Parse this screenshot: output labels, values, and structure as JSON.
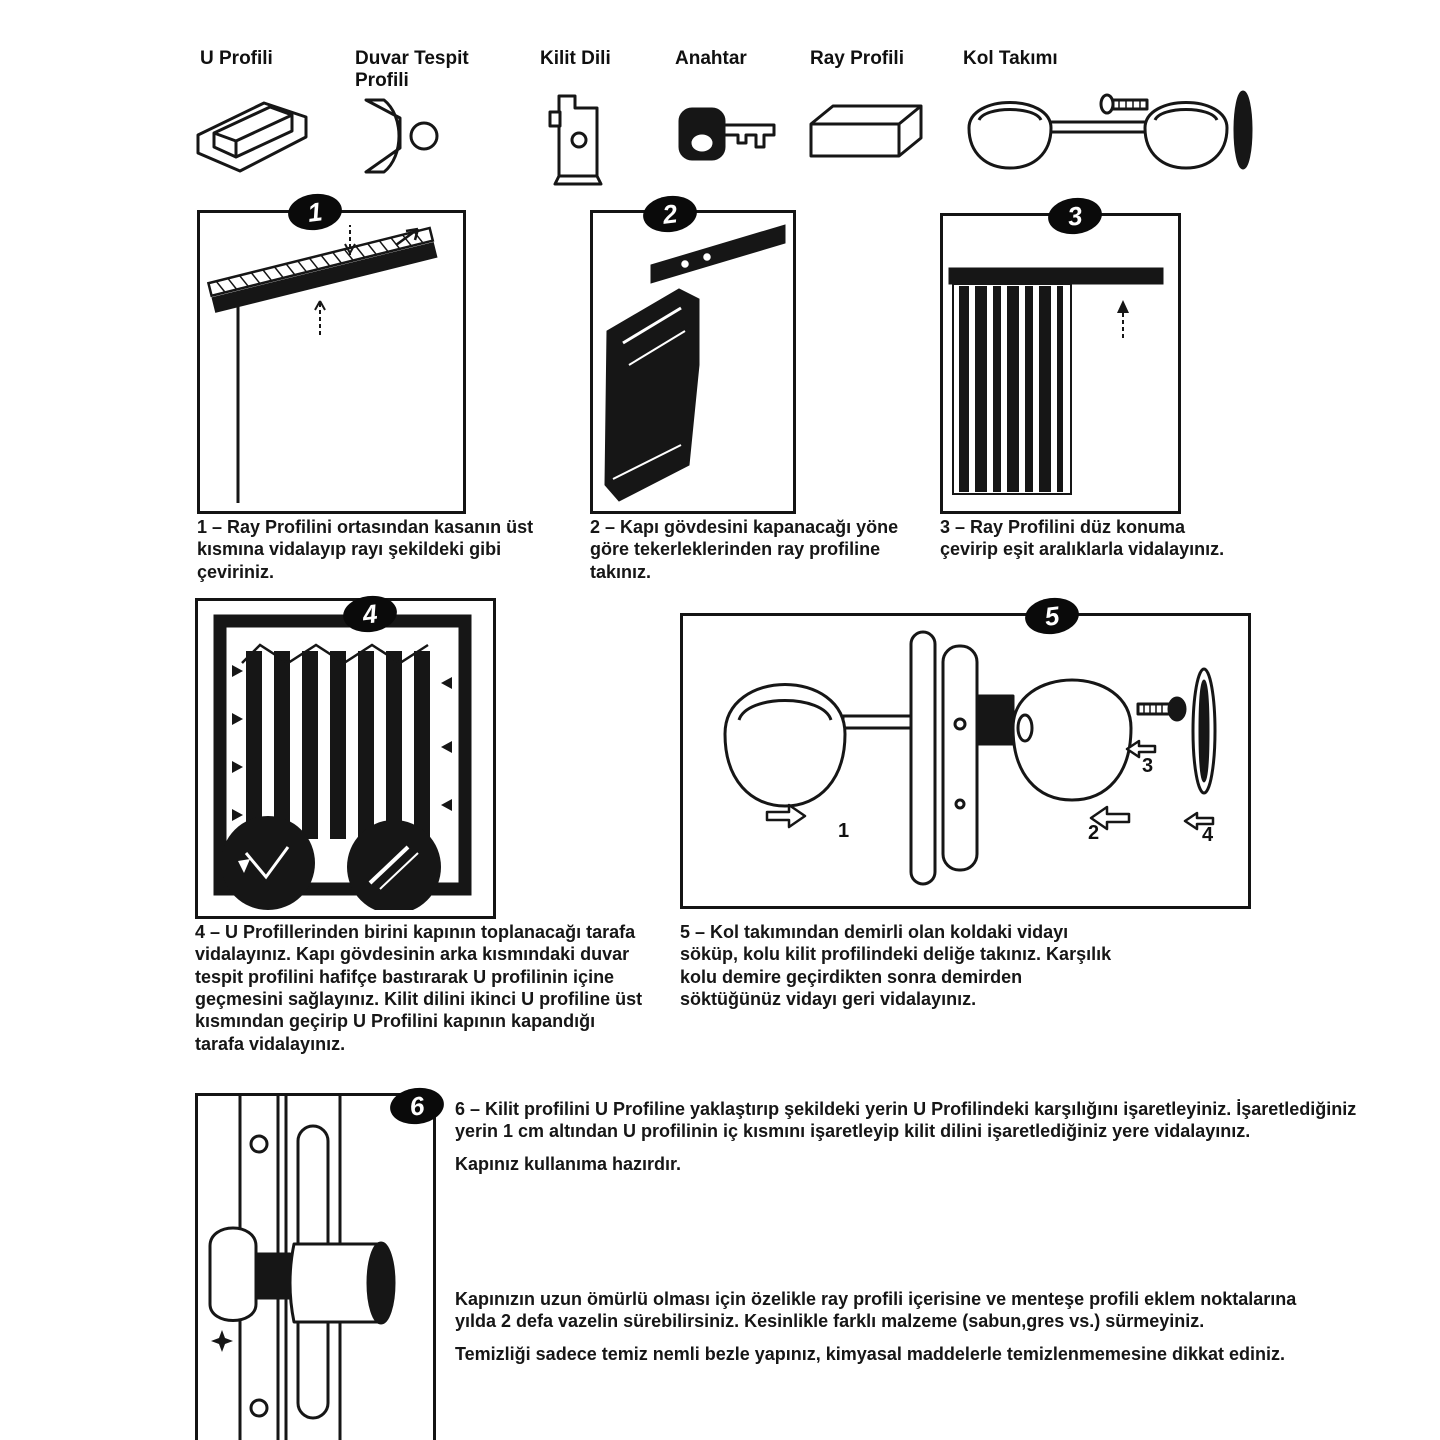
{
  "parts": [
    {
      "label": "U Profili"
    },
    {
      "label": "Duvar Tespit Profili"
    },
    {
      "label": "Kilit Dili"
    },
    {
      "label": "Anahtar"
    },
    {
      "label": "Ray Profili"
    },
    {
      "label": "Kol Takımı"
    }
  ],
  "steps": [
    {
      "number": "1",
      "text": "1 – Ray Profilini ortasından kasanın üst kısmına vidalayıp rayı şekildeki gibi çeviriniz."
    },
    {
      "number": "2",
      "text": "2 – Kapı gövdesini kapanacağı yöne göre tekerleklerinden ray profiline takınız."
    },
    {
      "number": "3",
      "text": "3 – Ray Profilini düz konuma çevirip eşit aralıklarla vidalayınız."
    },
    {
      "number": "4",
      "text": "4 – U Profillerinden birini kapının toplanacağı tarafa vidalayınız. Kapı gövdesinin arka kısmındaki duvar tespit profilini hafifçe bastırarak U profilinin içine geçmesini sağlayınız. Kilit dilini ikinci U profiline üst kısmından geçirip U Profilini kapının kapandığı tarafa vidalayınız."
    },
    {
      "number": "5",
      "text": "5 – Kol takımından demirli olan koldaki vidayı söküp, kolu kilit profilindeki deliğe takınız. Karşılık kolu demire geçirdikten sonra demirden söktüğünüz vidayı geri vidalayınız."
    },
    {
      "number": "6",
      "text": "6 – Kilit profilini U Profiline yaklaştırıp şekildeki yerin U Profilindeki karşılığını işaretleyiniz. İşaretlediğiniz yerin 1 cm altından U profilinin iç kısmını işaretleyip kilit dilini işaretlediğiniz yere vidalayınız.",
      "ready_text": "Kapınız kullanıma hazırdır."
    }
  ],
  "step5_markers": [
    "1",
    "2",
    "3",
    "4"
  ],
  "footer": {
    "para1": "Kapınızın uzun ömürlü olması için özelikle ray profili içerisine ve menteşe profili eklem noktalarına yılda 2 defa vazelin sürebilirsiniz. Kesinlikle farklı malzeme (sabun,gres vs.) sürmeyiniz.",
    "para2": "Temizliği sadece temiz nemli bezle yapınız, kimyasal maddelerle temizlenmemesine dikkat ediniz."
  },
  "colors": {
    "ink": "#141414",
    "paper": "#ffffff"
  }
}
